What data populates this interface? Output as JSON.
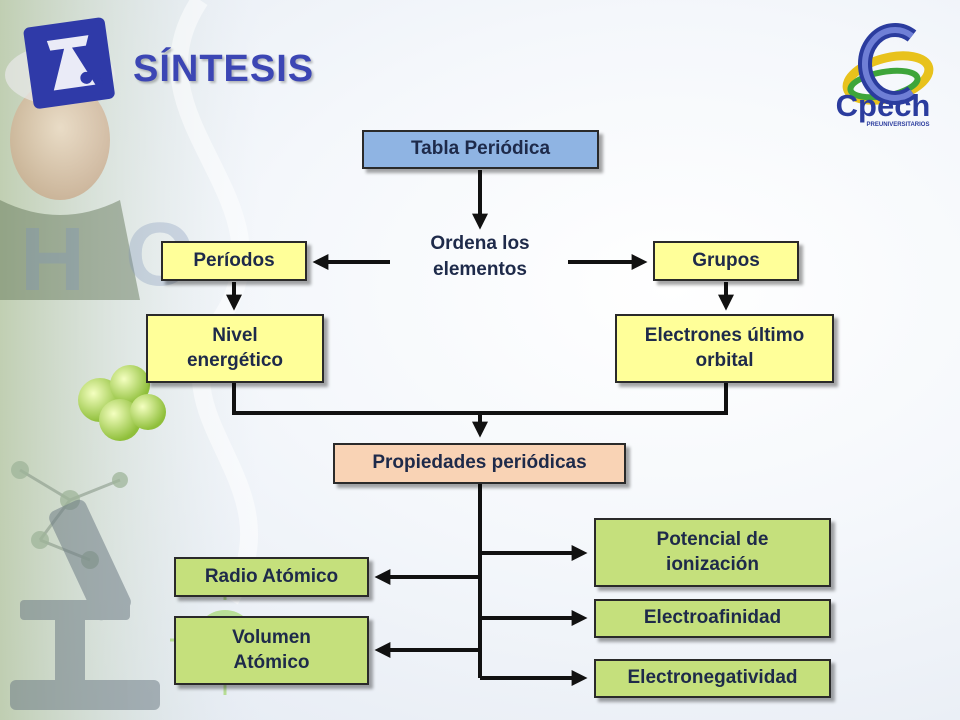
{
  "title": "SÍNTESIS",
  "logo": {
    "letter": "C",
    "name": "Cpech",
    "tagline": "PREUNIVERSITARIOS"
  },
  "diagram": {
    "root": "Tabla Periódica",
    "connector_text": "Ordena los elementos",
    "left_branch": "Períodos",
    "right_branch": "Grupos",
    "left_sub": "Nivel energético",
    "right_sub": "Electrones último orbital",
    "merge": "Propiedades periódicas",
    "left_props": [
      "Radio Atómico",
      "Volumen Atómico"
    ],
    "right_props": [
      "Potencial de ionización",
      "Electroafinidad",
      "Electronegatividad"
    ]
  },
  "colors": {
    "title": "#3c46b4",
    "root_fill": "#8fb4e3",
    "branch_fill": "#ffff99",
    "merge_fill": "#f9d3b5",
    "prop_fill": "#c5e07c",
    "arrow": "#111111"
  }
}
